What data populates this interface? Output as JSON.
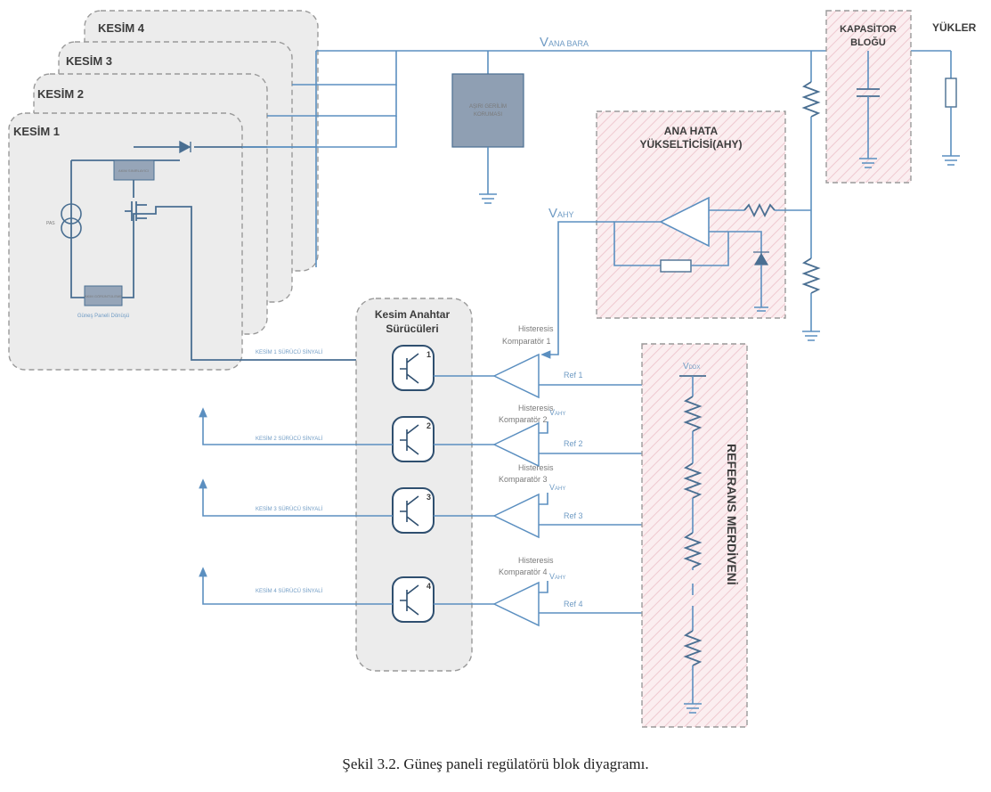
{
  "sections": {
    "kesim4": "KESİM 4",
    "kesim3": "KESİM 3",
    "kesim2": "KESİM 2",
    "kesim1": "KESİM 1"
  },
  "kesim1_inner": {
    "source_label": "PAS",
    "current_limiter": "AKIM SINIRLAYICI",
    "current_monitor": "AKIM GÖRÜNTÜLEME",
    "loop_label": "Güneş Paneli Dönüşü"
  },
  "bus": {
    "v": "V",
    "sub": "ANA BARA"
  },
  "overvoltage": {
    "line1": "AŞIRI GERİLİM",
    "line2": "KORUMASI"
  },
  "capacitor_block": {
    "line1": "KAPASİTOR",
    "line2": "BLOĞU"
  },
  "loads": "YÜKLER",
  "error_amp": {
    "line1": "ANA HATA",
    "line2": "YÜKSELTİCİSİ(AHY)"
  },
  "vahy": {
    "v": "V",
    "sub": "AHY"
  },
  "drivers": {
    "line1": "Kesim Anahtar",
    "line2": "Sürücüleri"
  },
  "comparators": [
    {
      "name": "Histeresis",
      "sub": "Komparatör 1",
      "ref": "Ref 1",
      "num": "1",
      "signal": "KESİM 1 SÜRÜCÜ SİNYALİ"
    },
    {
      "name": "Histeresis",
      "sub": "Komparatör 2",
      "ref": "Ref 2",
      "num": "2",
      "signal": "KESİM 2 SÜRÜCÜ SİNYALİ"
    },
    {
      "name": "Histeresis",
      "sub": "Komparatör 3",
      "ref": "Ref 3",
      "num": "3",
      "signal": "KESİM 3 SÜRÜCÜ SİNYALİ"
    },
    {
      "name": "Histeresis",
      "sub": "Komparatör 4",
      "ref": "Ref 4",
      "num": "4",
      "signal": "KESİM 4 SÜRÜCÜ SİNYALİ"
    }
  ],
  "vahy_small": {
    "v": "V",
    "sub": "AHY"
  },
  "vdd": {
    "v": "V",
    "sub": "DDX"
  },
  "ladder": "REFERANS MERDİVENİ",
  "caption": "Şekil 3.2. Güneş paneli regülatörü blok diyagramı."
}
